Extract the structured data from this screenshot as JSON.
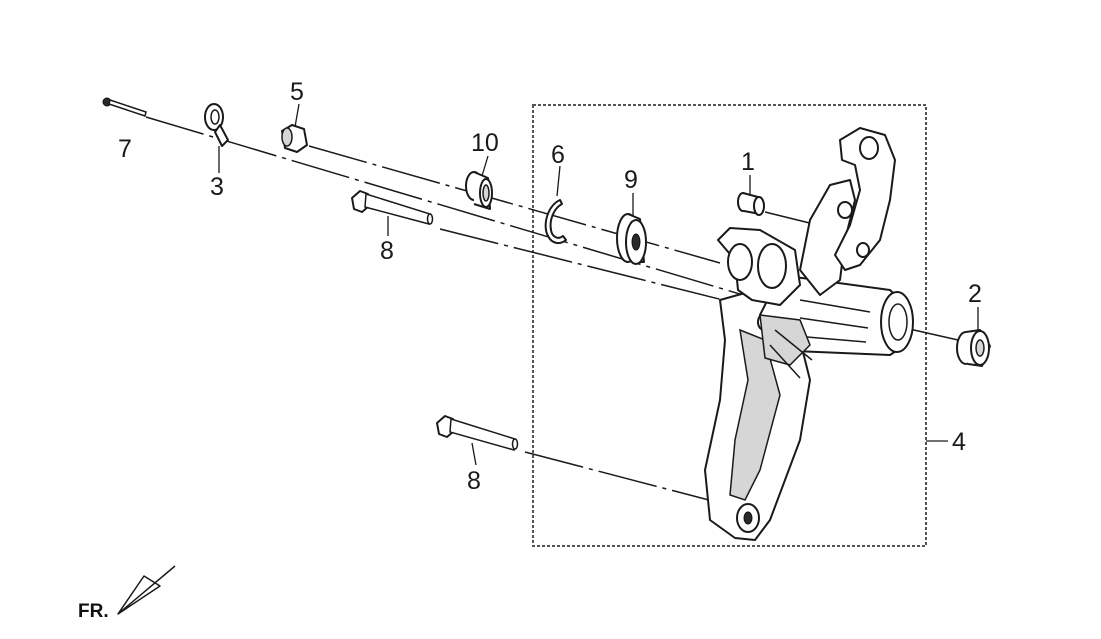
{
  "callouts": {
    "c1": "1",
    "c2": "2",
    "c3": "3",
    "c4": "4",
    "c5": "5",
    "c6": "6",
    "c7": "7",
    "c8a": "8",
    "c8b": "8",
    "c9": "9",
    "c10": "10"
  },
  "direction_marker": {
    "label": "FR."
  },
  "colors": {
    "line": "#1a1a1a",
    "box": "#555555",
    "shade": "#d6d6d6"
  }
}
